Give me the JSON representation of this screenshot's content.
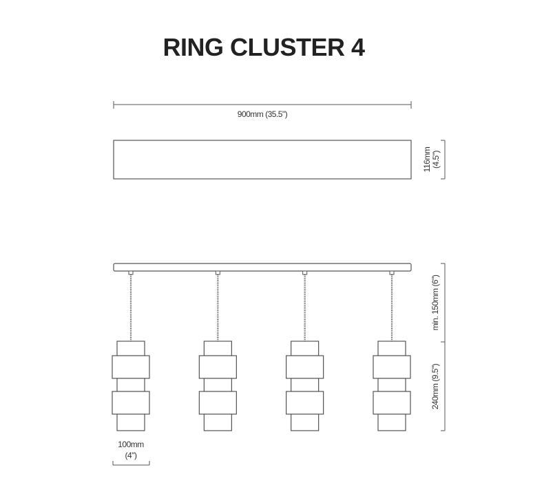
{
  "title": "RING CLUSTER 4",
  "dimensions": {
    "width": "900mm (35.5\")",
    "canopy_height_mm": "116mm",
    "canopy_height_in": "(4.5\")",
    "drop": "min. 150mm (6\")",
    "pendant_height": "240mm (9.5\")",
    "pendant_width_mm": "100mm",
    "pendant_width_in": "(4\")"
  },
  "pendant_count": 4
}
